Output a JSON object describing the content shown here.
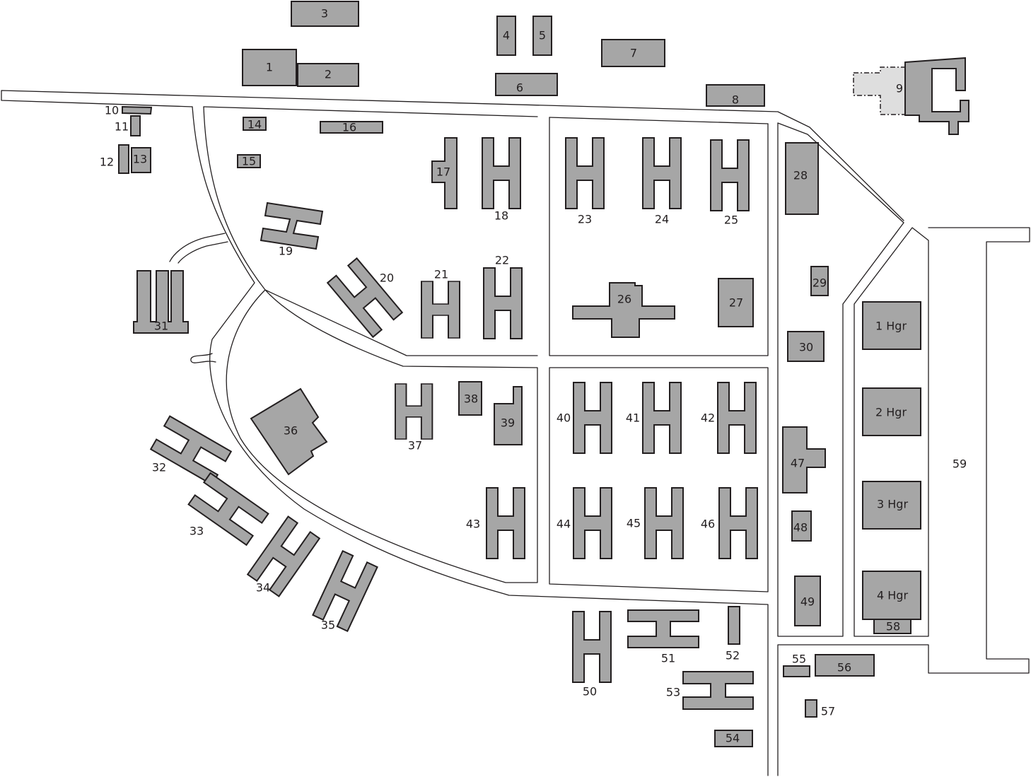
{
  "map": {
    "colors": {
      "building_fill": "#a6a6a6",
      "building_outline": "#231f20",
      "demolished_fill": "#dedede",
      "road_outline": "#231f20",
      "background": "#ffffff"
    },
    "labels": {
      "b1": "1",
      "b2": "2",
      "b3": "3",
      "b4": "4",
      "b5": "5",
      "b6": "6",
      "b7": "7",
      "b8": "8",
      "b9": "9",
      "b10": "10",
      "b11": "11",
      "b12": "12",
      "b13": "13",
      "b14": "14",
      "b15": "15",
      "b16": "16",
      "b17": "17",
      "b18": "18",
      "b19": "19",
      "b20": "20",
      "b21": "21",
      "b22": "22",
      "b23": "23",
      "b24": "24",
      "b25": "25",
      "b26": "26",
      "b27": "27",
      "b28": "28",
      "b29": "29",
      "b30": "30",
      "b31": "31",
      "b32": "32",
      "b33": "33",
      "b34": "34",
      "b35": "35",
      "b36": "36",
      "b37": "37",
      "b38": "38",
      "b39": "39",
      "b40": "40",
      "b41": "41",
      "b42": "42",
      "b43": "43",
      "b44": "44",
      "b45": "45",
      "b46": "46",
      "b47": "47",
      "b48": "48",
      "b49": "49",
      "b50": "50",
      "b51": "51",
      "b52": "52",
      "b53": "53",
      "b54": "54",
      "b55": "55",
      "b56": "56",
      "b57": "57",
      "b58": "58",
      "b59": "59",
      "hgr1": "1 Hgr",
      "hgr2": "2 Hgr",
      "hgr3": "3 Hgr",
      "hgr4": "4 Hgr"
    }
  }
}
